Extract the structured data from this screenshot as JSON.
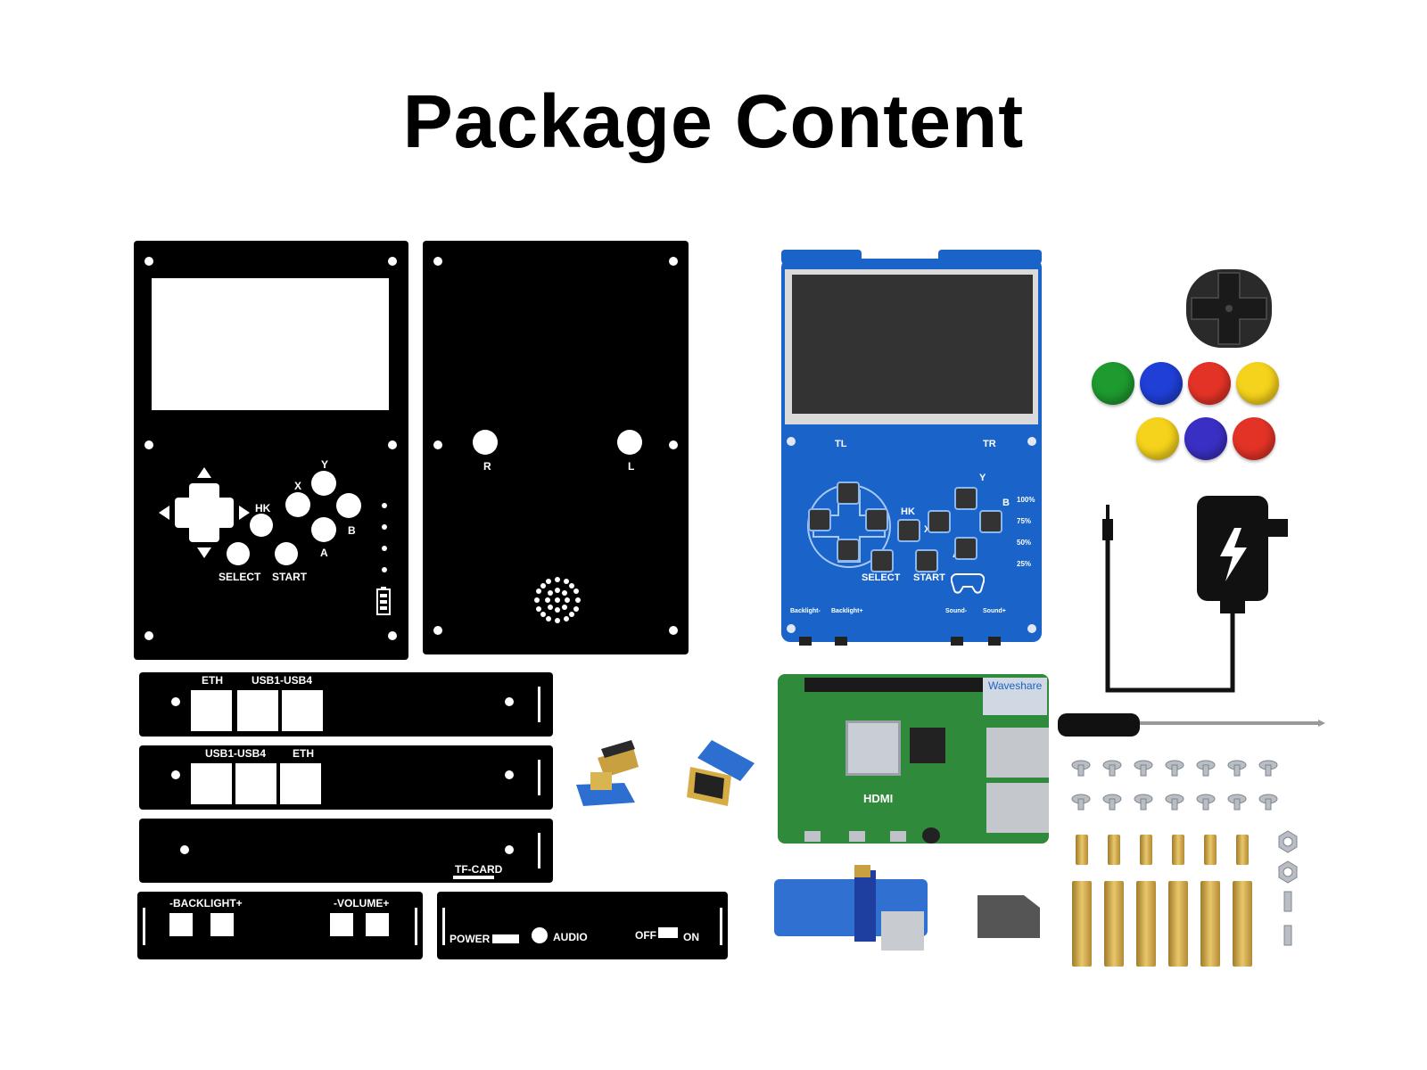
{
  "title": "Package Content",
  "front_panel": {
    "buttons": {
      "hk": "HK",
      "x": "X",
      "y": "Y",
      "a": "A",
      "b": "B",
      "select": "SELECT",
      "start": "START"
    }
  },
  "back_panel": {
    "r": "R",
    "l": "L"
  },
  "side_plates": {
    "plate1": {
      "eth": "ETH",
      "usb": "USB1-USB4"
    },
    "plate2": {
      "usb": "USB1-USB4",
      "eth": "ETH"
    },
    "plate3": {
      "tf": "TF-CARD"
    },
    "plate4": {
      "backlight": "-BACKLIGHT+",
      "volume": "-VOLUME+"
    },
    "plate5": {
      "power": "POWER",
      "audio": "AUDIO",
      "off": "OFF",
      "on": "ON"
    }
  },
  "pcb": {
    "tl": "TL",
    "tr": "TR",
    "hk": "HK",
    "x": "X",
    "y": "Y",
    "a": "A",
    "b": "B",
    "select": "SELECT",
    "start": "START",
    "backlight_minus": "Backlight-",
    "backlight_plus": "Backlight+",
    "sound_minus": "Sound-",
    "sound_plus": "Sound+",
    "levels": [
      "100%",
      "75%",
      "50%",
      "25%"
    ]
  },
  "pi_board": {
    "brand": "Waveshare",
    "hdmi": "HDMI"
  },
  "colors": {
    "pcb": "#1a63c8",
    "green": "#1e9a2e",
    "blue": "#1f3fd6",
    "red": "#e33326",
    "yellow": "#f5d21b",
    "purple": "#3a2fc4"
  }
}
